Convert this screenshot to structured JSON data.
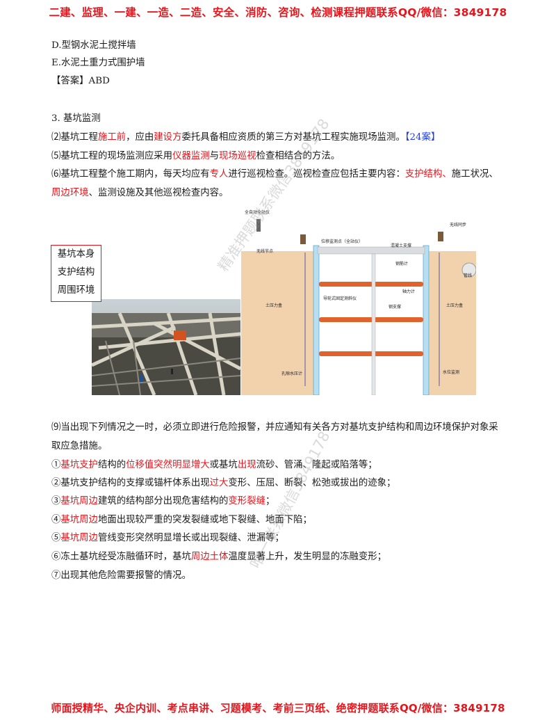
{
  "header": "二建、监理、一建、一造、二造、安全、消防、咨询、检测课程押题联系QQ/微信：3849178",
  "footer": "师面授精华、央企内训、考点串讲、习题模考、考前三页纸、绝密押题联系QQ/微信：3849178",
  "options": {
    "d": "D.型钢水泥土搅拌墙",
    "e": "E.水泥土重力式围护墙",
    "answer": "【答案】ABD"
  },
  "section3": {
    "title": "3. 基坑监测",
    "p2": [
      "⑵基坑工程",
      "施工前",
      "，应由",
      "建设方",
      "委托具备相应资质的第三方对基坑工程实施现场监测。",
      "【24案】"
    ],
    "p5": [
      "⑸基坑工程的现场监测应采用",
      "仪器监测",
      "与",
      "现场巡视",
      "检查相结合的方法。"
    ],
    "p6a": [
      "⑹基坑工程整个施工期内，每天均应有",
      "专人",
      "进行巡视检查。巡视检查应包括主要内容：",
      "支护结构、",
      "施工状况、"
    ],
    "p6b": [
      "周边环境",
      "、监测设施及其他巡视检查内容。"
    ]
  },
  "callout": [
    "基坑本身",
    "支护结构",
    "周围环境"
  ],
  "diagram_labels": {
    "total_station": "全自动全站仪",
    "wireless_node": "无线节点",
    "displacement_point": "位移监测点（全站仪）",
    "concrete_support": "混凝土支撑",
    "wireless_sync": "无线同步",
    "rebar_meter": "钢筋计",
    "axial_force_meter": "轴力计",
    "guided_inclinometer": "导轮式固定测斜仪",
    "steel_support": "钢支撑",
    "earth_pressure_left": "土压力盒",
    "earth_pressure_right": "土压力盒",
    "pipeline": "管线",
    "pore_pressure": "孔隙水压计",
    "water_level": "水位监测"
  },
  "section9": {
    "intro1": "⑼当出现下列情况之一时，必须立即进行危险报警，并应通知有关各方对基坑支护结构和周边环境保护对象采",
    "intro2": "取应急措施。",
    "i1": [
      "①",
      "基坑支护",
      "结构的",
      "位移值突然明显增大",
      "或基坑",
      "出现",
      "流砂、管涌、隆起或陷落等；"
    ],
    "i2": [
      "②基坑支护结构的支撑或锚杆体系出现",
      "过大",
      "变形、压屈、断裂、松弛或拔出的迹象；"
    ],
    "i3": [
      "③",
      "基坑周边",
      "建筑的结构部分出现危害结构的",
      "变形裂缝",
      "；"
    ],
    "i4": [
      "④",
      "基坑周边",
      "地面出现较严重的突发裂缝或地下裂缝、地面下陷；"
    ],
    "i5": [
      "⑤",
      "基坑周边",
      "管线变形突然明显增长或出现裂缝、泄漏等；"
    ],
    "i6": [
      "⑥冻土基坑经受冻融循环时，基坑",
      "周边土体",
      "温度显著上升，发生明显的冻融变形；"
    ],
    "i7": "⑦出现其他危险需要报警的情况。"
  },
  "watermarks": {
    "wm1": "精准押题联系微信3849178",
    "wm2": "唯一联系微信3849178"
  },
  "colors": {
    "red": "#e8141b",
    "blue": "#1f3cf0",
    "soil": "#f2d2ad",
    "support": "#e0622c"
  }
}
